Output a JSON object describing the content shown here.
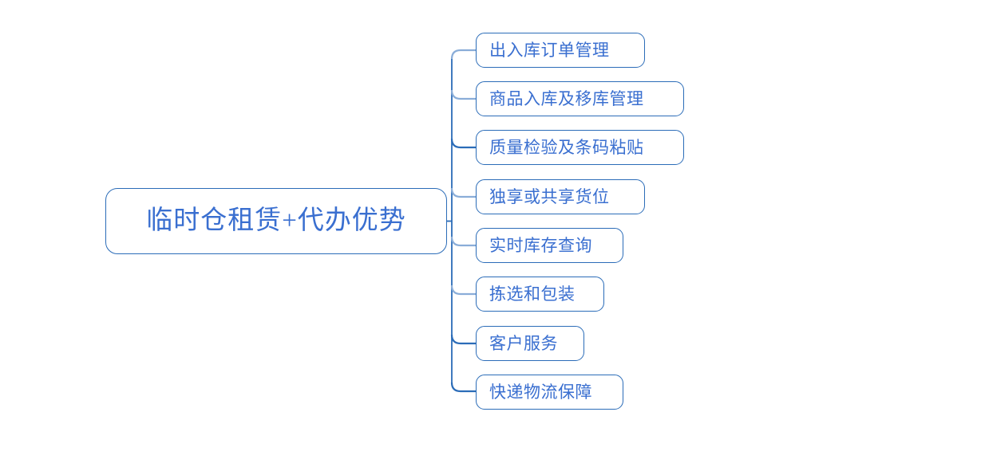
{
  "diagram": {
    "type": "mind-map",
    "orientation": "left-to-right",
    "colors": {
      "node_border": "#2b6cb8",
      "node_text": "#3a6fd0",
      "connector_dark": "#2b6cb8",
      "connector_light": "#8aadd8",
      "background": "#ffffff"
    },
    "root": {
      "label": "临时仓租赁+代办优势"
    },
    "children": [
      {
        "label": "出入库订单管理"
      },
      {
        "label": "商品入库及移库管理"
      },
      {
        "label": "质量检验及条码粘贴"
      },
      {
        "label": "独享或共享货位"
      },
      {
        "label": "实时库存查询"
      },
      {
        "label": "拣选和包装"
      },
      {
        "label": "客户服务"
      },
      {
        "label": "快递物流保障"
      }
    ]
  }
}
